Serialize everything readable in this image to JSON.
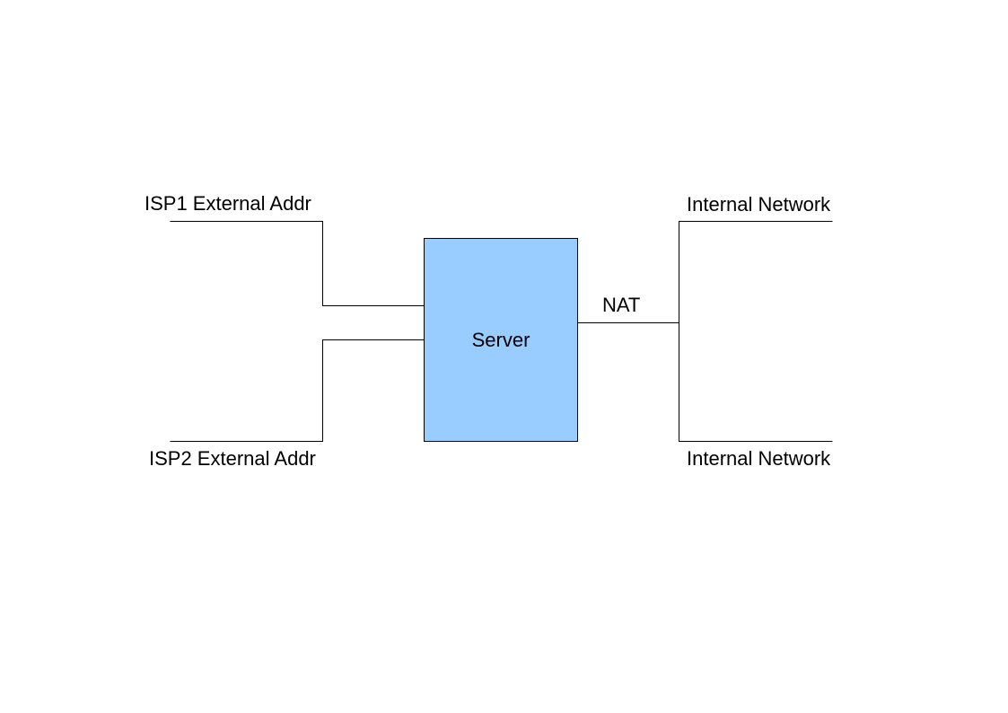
{
  "diagram": {
    "server": {
      "label": "Server",
      "fill_color": "#99ccff",
      "stroke_color": "#000000"
    },
    "isp1": {
      "label": "ISP1 External Addr"
    },
    "isp2": {
      "label": "ISP2 External Addr"
    },
    "nat": {
      "label": "NAT"
    },
    "internal_top": {
      "label": "Internal Network"
    },
    "internal_bottom": {
      "label": "Internal Network"
    }
  }
}
